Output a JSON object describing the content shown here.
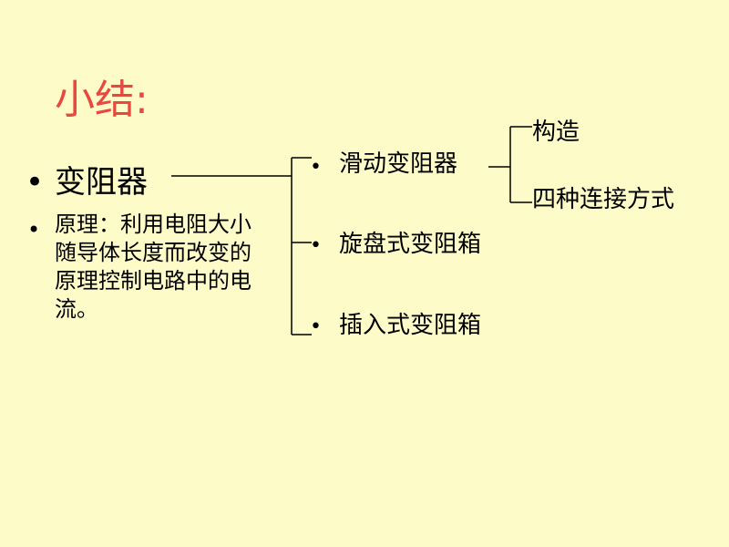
{
  "title": "小结:",
  "main": {
    "topic": "变阻器",
    "principle_text": "原理：利用电阻大小随导体长度而改变的原理控制电路中的电流。",
    "bullet": "•"
  },
  "branches": [
    {
      "label": "滑动变阻器"
    },
    {
      "label": "旋盘式变阻箱"
    },
    {
      "label": "插入式变阻箱"
    }
  ],
  "sub_branches": [
    {
      "label": "构造"
    },
    {
      "label": "四种连接方式"
    }
  ],
  "colors": {
    "background": "#FDFBC8",
    "title": "#E8483F",
    "text": "#000000"
  }
}
